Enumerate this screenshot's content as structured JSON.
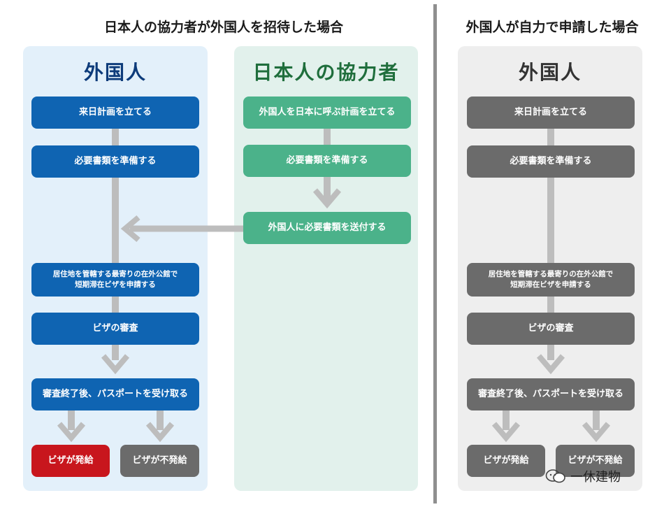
{
  "headings": {
    "left": "日本人の協力者が外国人を招待した場合",
    "right": "外国人が自力で申請した場合"
  },
  "panels": {
    "foreigner": {
      "title": "外国人",
      "steps": [
        "来日計画を立てる",
        "必要書類を準備する",
        "居住地を管轄する最寄りの在外公館で\n短期滞在ビザを申請する",
        "ビザの審査",
        "審査終了後、パスポートを受け取る"
      ],
      "outcomes": [
        "ビザが発給",
        "ビザが不発給"
      ]
    },
    "collaborator": {
      "title": "日本人の協力者",
      "steps": [
        "外国人を日本に呼ぶ計画を立てる",
        "必要書類を準備する",
        "外国人に必要書類を送付する"
      ]
    },
    "self": {
      "title": "外国人",
      "steps": [
        "来日計画を立てる",
        "必要書類を準備する",
        "居住地を管轄する最寄りの在外公館で\n短期滞在ビザを申請する",
        "ビザの審査",
        "審査終了後、パスポートを受け取る"
      ],
      "outcomes": [
        "ビザが発給",
        "ビザが不発給"
      ]
    }
  },
  "watermark": "一休建物",
  "colors": {
    "foreigner_bg": "#e3f0fa",
    "foreigner_title": "#0d3b7a",
    "collaborator_bg": "#e2f1ec",
    "collaborator_title": "#1f6e3c",
    "self_bg": "#eeeeee",
    "self_title": "#333333",
    "step_blue": "#0f64b2",
    "step_green": "#4bb28a",
    "step_gray": "#6b6b6b",
    "issued_red": "#c8161d",
    "connector_gray": "#bdbdbd"
  }
}
